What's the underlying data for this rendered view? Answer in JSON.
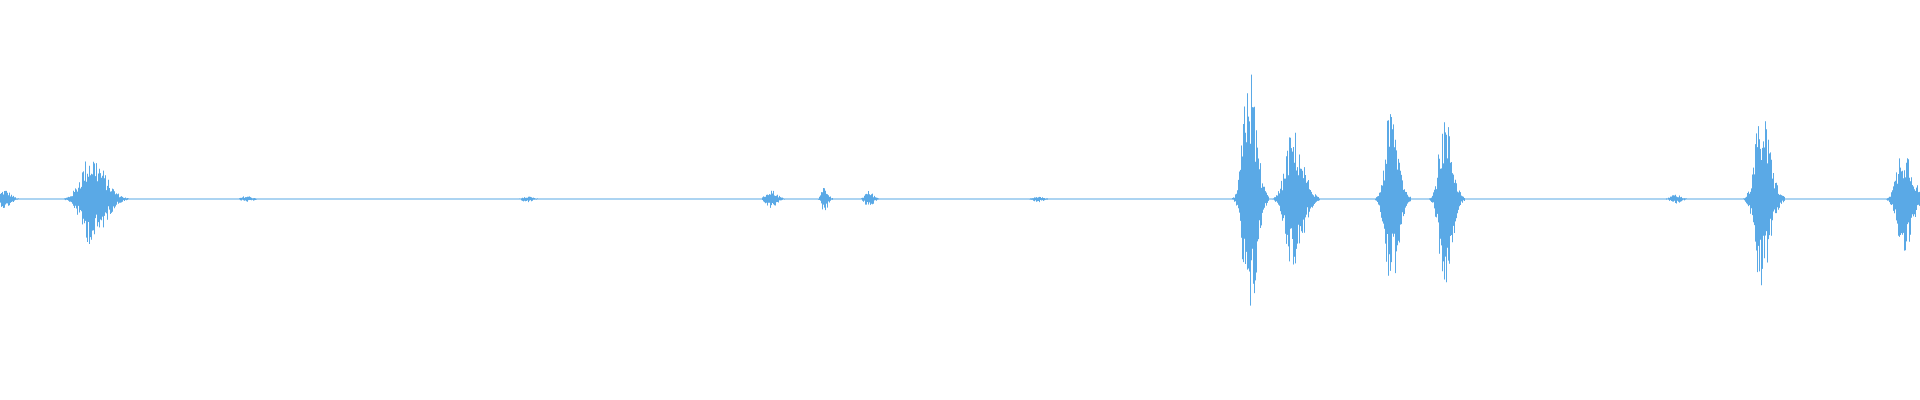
{
  "waveform": {
    "color": "#5aa9e6",
    "background": "#ffffff",
    "amplitude_scale": 1.0,
    "bursts": [
      {
        "center": 0.002,
        "width": 0.01,
        "peak": 0.06
      },
      {
        "center": 0.047,
        "width": 0.022,
        "peak": 0.28
      },
      {
        "center": 0.128,
        "width": 0.01,
        "peak": 0.02
      },
      {
        "center": 0.274,
        "width": 0.01,
        "peak": 0.02
      },
      {
        "center": 0.401,
        "width": 0.01,
        "peak": 0.06
      },
      {
        "center": 0.429,
        "width": 0.006,
        "peak": 0.08
      },
      {
        "center": 0.452,
        "width": 0.008,
        "peak": 0.05
      },
      {
        "center": 0.54,
        "width": 0.01,
        "peak": 0.02
      },
      {
        "center": 0.65,
        "width": 0.012,
        "peak": 0.85
      },
      {
        "center": 0.673,
        "width": 0.016,
        "peak": 0.43
      },
      {
        "center": 0.724,
        "width": 0.012,
        "peak": 0.57
      },
      {
        "center": 0.752,
        "width": 0.012,
        "peak": 0.53
      },
      {
        "center": 0.872,
        "width": 0.01,
        "peak": 0.03
      },
      {
        "center": 0.917,
        "width": 0.014,
        "peak": 0.55
      },
      {
        "center": 0.991,
        "width": 0.014,
        "peak": 0.35
      }
    ]
  }
}
